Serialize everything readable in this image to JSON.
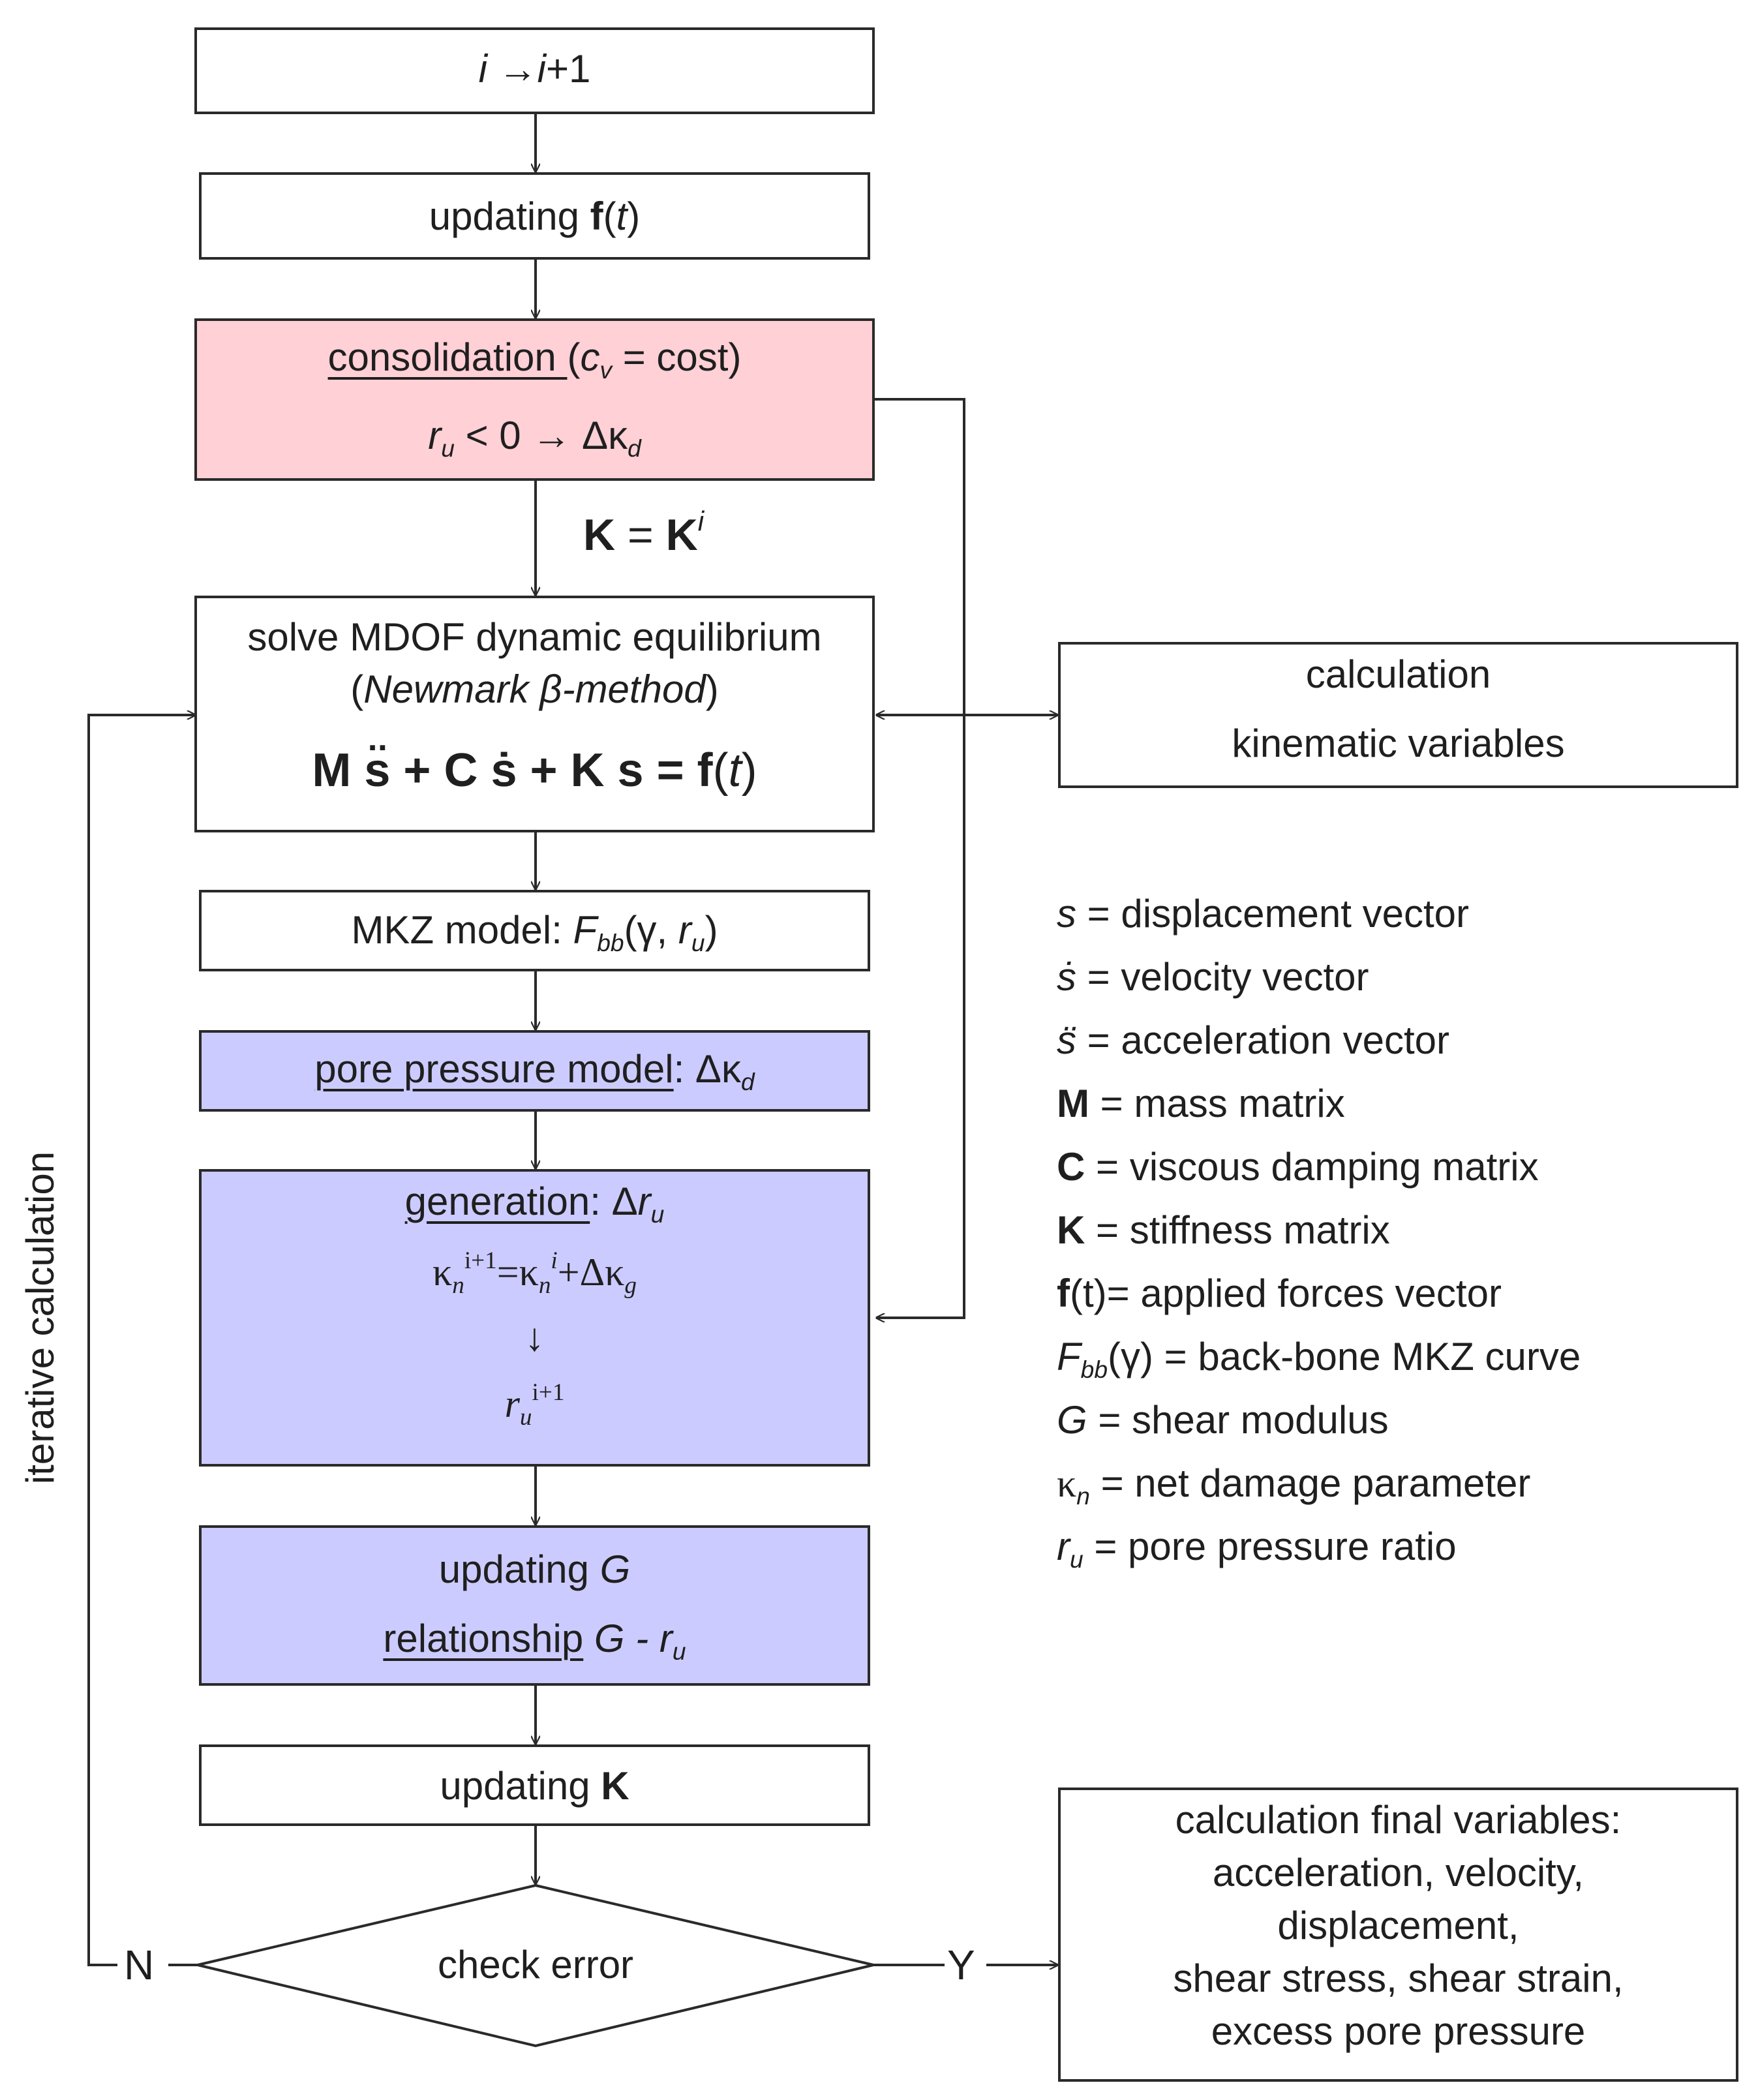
{
  "flow": {
    "iter_step": {
      "a": "i",
      "arrow": "→",
      "b": "i",
      "c": "+1"
    },
    "update_f": {
      "text": "updating ",
      "bold": "f",
      "open": "(",
      "var": "t",
      "close": ")"
    },
    "consolidation": {
      "title_u": "consolidation ",
      "open": "(",
      "cv": "c",
      "cv_sub": "v",
      "rest": " = cost)",
      "ru": "r",
      "ru_sub": "u",
      "cond": " < 0 → Δκ",
      "kd_sub": "d"
    },
    "k_assign": {
      "k1": "K",
      "eq": " = ",
      "k2": "K",
      "sup": "i"
    },
    "solve": {
      "line1": "solve MDOF dynamic equilibrium",
      "open": "(",
      "method": "Newmark β-method",
      "close": ")",
      "eq_bold": "M s̈ + C ṡ + K s = f",
      "eq_open": "(",
      "eq_t": "t",
      "eq_close": ")"
    },
    "mkz": {
      "text": "MKZ model: ",
      "F": "F",
      "F_sub": "bb",
      "args_a": "(γ, ",
      "ru": "r",
      "ru_sub": "u",
      "args_b": ")"
    },
    "pore_model": {
      "u": "pore pressure model",
      "rest": ": Δκ",
      "sub": "d"
    },
    "generation": {
      "u": "generation",
      "rest": ": Δ",
      "r": "r",
      "r_sub": "u",
      "eq_k1": "κ",
      "eq_n1": "n",
      "eq_s1": "i+1",
      "eq_mid": "=κ",
      "eq_n2": "n",
      "eq_s2": "i",
      "eq_plus": "+Δκ",
      "eq_g": "g",
      "down": "↓",
      "r2": "r",
      "r2_sub": "u",
      "r2_sup": "i+1"
    },
    "update_g": {
      "line1_text": "updating ",
      "line1_var": "G",
      "rel_u": "relationship",
      "rel_rest": " G - ",
      "rel_r": "r",
      "rel_sub": "u"
    },
    "update_k": {
      "text": "updating ",
      "bold": "K"
    },
    "check": {
      "label": "check error",
      "no": "N",
      "yes": "Y"
    },
    "iterative": "iterative calculation"
  },
  "right": {
    "kinematic": {
      "line1": "calculation",
      "line2": "kinematic variables"
    },
    "final": [
      "calculation final variables:",
      "acceleration, velocity,",
      "displacement,",
      "shear stress, shear strain,",
      "excess pore pressure"
    ]
  },
  "legend": [
    {
      "sym": "s",
      "style": "italic",
      "text": " = displacement vector"
    },
    {
      "sym": "ṡ",
      "style": "italic",
      "text": " = velocity vector"
    },
    {
      "sym": "s̈",
      "style": "italic",
      "text": " = acceleration vector"
    },
    {
      "sym": "M",
      "style": "bold",
      "text": " = mass matrix"
    },
    {
      "sym": "C",
      "style": "bold",
      "text": " = viscous damping matrix"
    },
    {
      "sym": "K",
      "style": "bold",
      "text": " = stiffness matrix"
    },
    {
      "sym": "f",
      "style": "bold",
      "text": "(t)= applied forces vector"
    },
    {
      "sym": "F",
      "style": "italic",
      "sub": "bb",
      "text": "(γ) = back-bone MKZ curve"
    },
    {
      "sym": "G",
      "style": "italic",
      "text": " = shear modulus"
    },
    {
      "sym": "κ",
      "style": "normal",
      "sub": "n",
      "text": " = net damage parameter"
    },
    {
      "sym": "r",
      "style": "italic",
      "sub": "u",
      "text": " = pore pressure ratio"
    }
  ],
  "colors": {
    "consolidation": "#ffd0d6",
    "pore_blocks": "#cccbff",
    "line": "#2a2a2a"
  }
}
